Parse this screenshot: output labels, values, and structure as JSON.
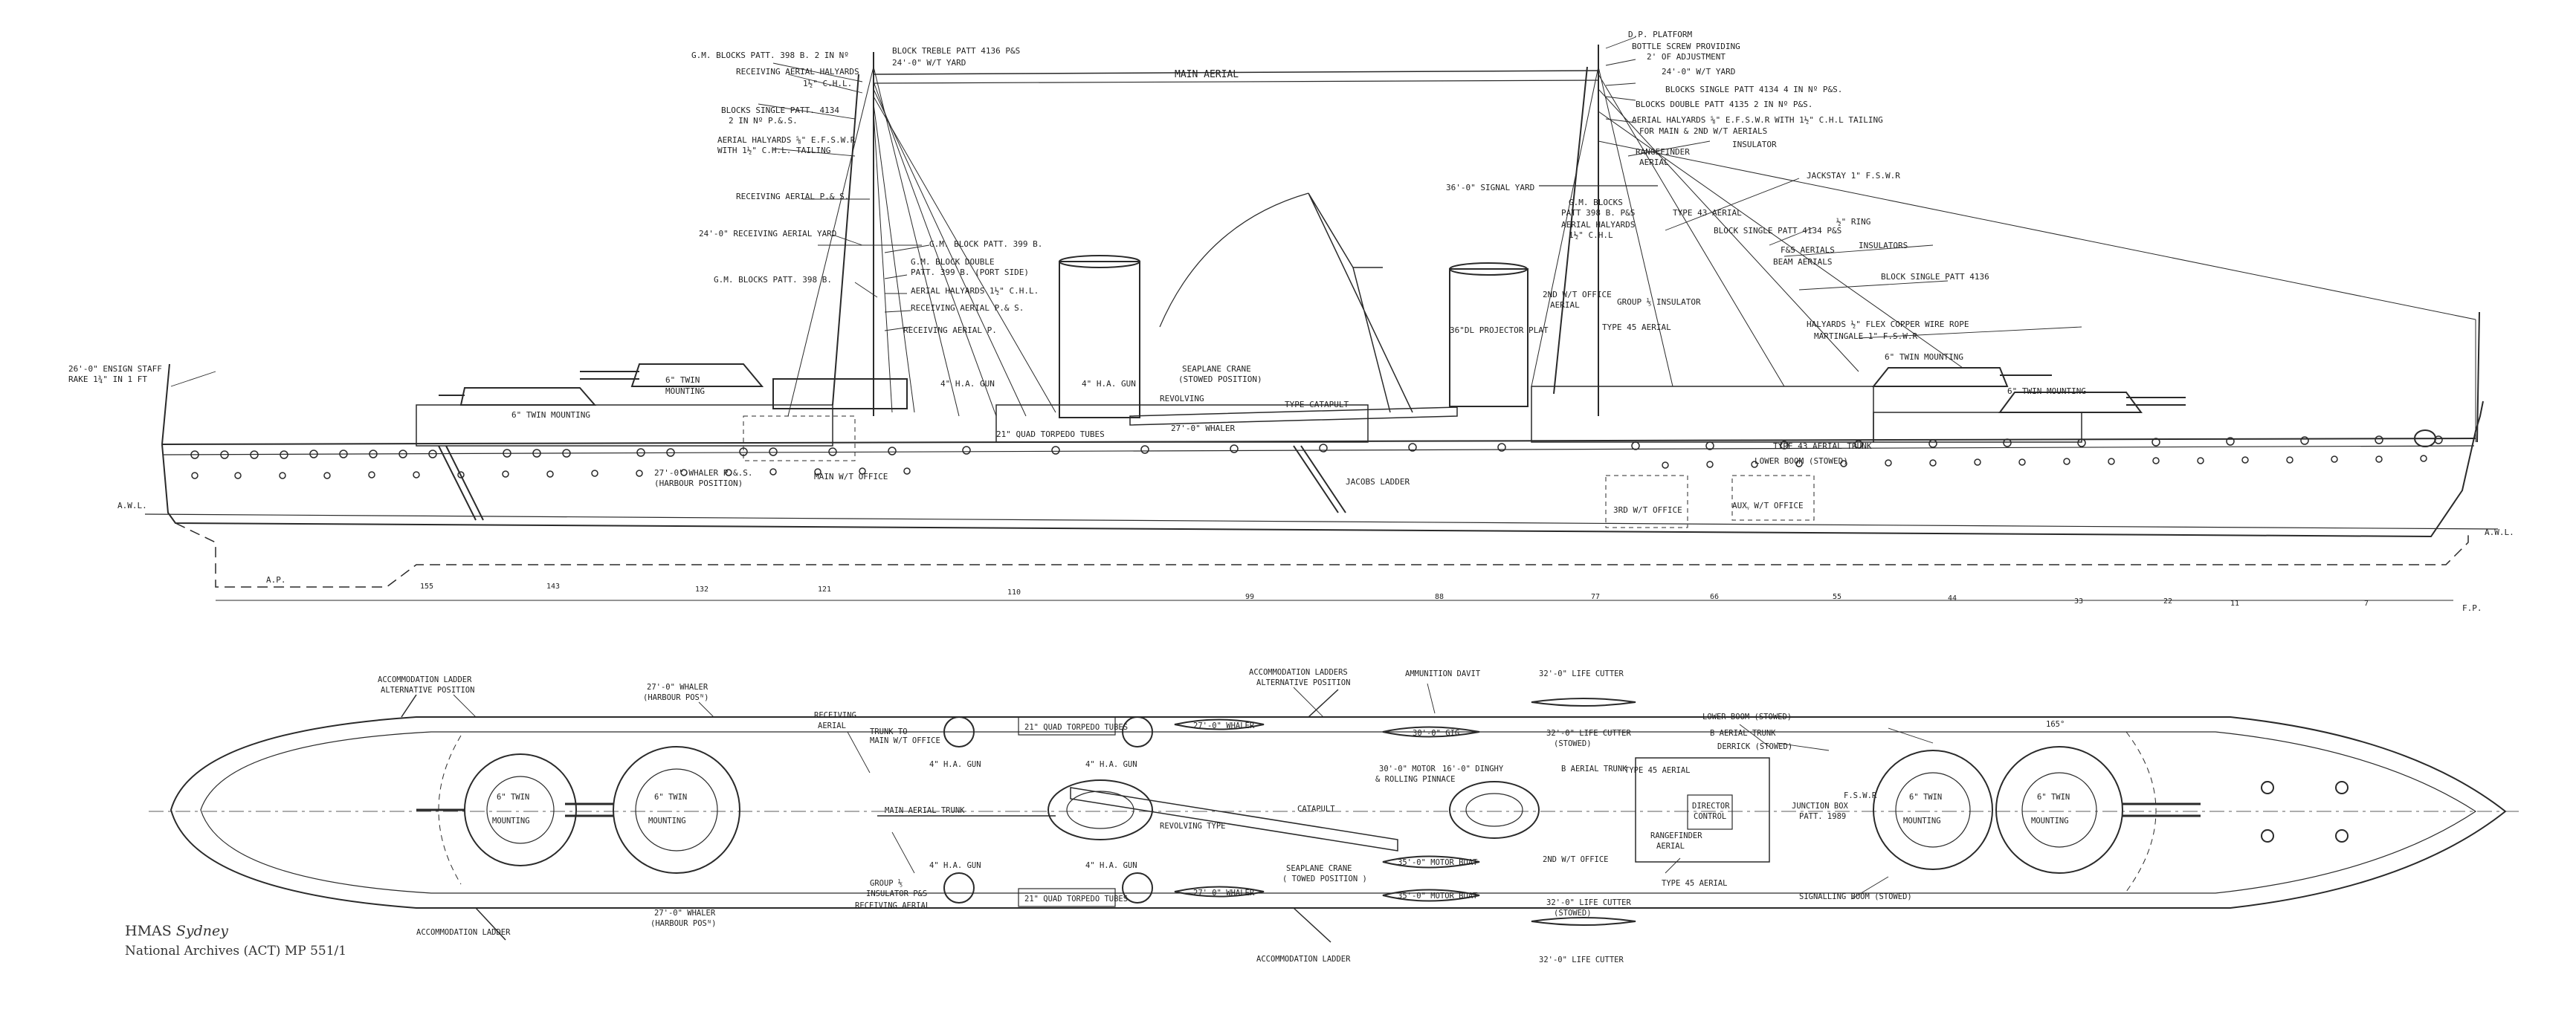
{
  "caption": {
    "ship_prefix": "HMAS",
    "ship_name": "Sydney",
    "archive": "National Archives (ACT) MP 551/1"
  },
  "elevation_labels": {
    "ensign_staff": "26'-0\" ENSIGN STAFF",
    "ensign_rake": "RAKE 1¾\" IN 1 FT",
    "gm_blocks_398b": "G.M. BLOCKS PATT. 398 B. 2 IN Nº",
    "block_treble": "BLOCK TREBLE PATT 4136 P&S",
    "wt_yard_24": "24'-0\" W/T YARD",
    "receiving_aerial_halyards": "RECEIVING AERIAL HALYARDS",
    "halyards_chl": "1½\" C.H.L.",
    "main_aerial": "MAIN   AERIAL",
    "blocks_single_4134": "BLOCKS SINGLE PATT. 4134",
    "blocks_single_no": "2 IN Nº P.&.S.",
    "aerial_halyards_efswr": "AERIAL HALYARDS ⅝\" E.F.S.W.R",
    "aerial_halyards_tailing": "WITH 1½\" C.H.L. TAILING",
    "receiving_aerial_ps": "RECEIVING AERIAL P.& S.",
    "receiving_aerial_yard": "24'-0\" RECEIVING AERIAL YARD",
    "gm_blocks_398b_aft": "G.M. BLOCKS PATT. 398 B.",
    "gm_block_399b": "G.M. BLOCK PATT. 399 B.",
    "gm_block_double": "G.M. BLOCK DOUBLE",
    "gm_block_double_2": "PATT. 399 B. (PORT SIDE)",
    "aerial_halyards_chl": "AERIAL HALYARDS 1½\" C.H.L.",
    "receiving_aerial_ps_2": "RECEIVING AERIAL P.& S.",
    "receiving_aerial_p": "RECEIVING AERIAL P.",
    "twin_mounting_6_x": "6\" TWIN",
    "mounting_x": "MOUNTING",
    "twin_mounting_6_y": "6\" TWIN MOUNTING",
    "ha_gun_4_aft": "4\" H.A. GUN",
    "ha_gun_4_fwd": "4\" H.A. GUN",
    "torpedo_tubes": "21\" QUAD TORPEDO TUBES",
    "whaler_27": "27'-0\" WHALER",
    "whaler_27_harbour": "27'-0\" WHALER P.&.S.",
    "harbour_position": "(HARBOUR POSITION)",
    "main_wt_office": "MAIN W/T OFFICE",
    "seaplane_crane": "SEAPLANE CRANE",
    "stowed_position": "(STOWED POSITION)",
    "revolving": "REVOLVING",
    "type_catapult": "TYPE CATAPULT",
    "jacobs_ladder": "JACOBS LADDER",
    "projector_36": "36\"DL PROJECTOR PLAT",
    "signal_yard": "36'-0\" SIGNAL YARD",
    "wt_office_2nd": "2ND W/T OFFICE",
    "wt_office_aerial": "AERIAL",
    "group_insulator": "GROUP ⅕ INSULATOR",
    "type_45_aerial": "TYPE 45 AERIAL",
    "dp_platform": "D.P. PLATFORM",
    "bottle_screw": "BOTTLE SCREW PROVIDING",
    "bottle_screw_2": "2' OF ADJUSTMENT",
    "wt_yard_24_fwd": "24'-0\" W/T YARD",
    "blocks_single_fwd": "BLOCKS SINGLE PATT 4134  4 IN Nº P&S.",
    "blocks_double_fwd": "BLOCKS DOUBLE PATT 4135  2 IN Nº P&S.",
    "aerial_halyards_fwd": "AERIAL HALYARDS ⅝\" E.F.S.W.R WITH 1½\" C.H.L TAILING",
    "for_main_aerials": "FOR MAIN & 2ND W/T AERIALS",
    "insulator": "INSULATOR",
    "rangefinder": "RANGEFINDER",
    "rangefinder_2": "AERIAL",
    "jackstay": "JACKSTAY 1\" F.S.W.R",
    "gm_blocks_fwd": "G.M. BLOCKS",
    "gm_blocks_fwd_2": "PATT 398 B. P&S",
    "aerial_halyards_fwd_2": "AERIAL HALYARDS",
    "aerial_halyards_fwd_3": "1½\" C.H.L",
    "type_43_aerial": "TYPE 43 AERIAL",
    "ring": "½\" RING",
    "block_single_ps": "BLOCK SINGLE PATT 4134 P&S",
    "insulators": "INSULATORS",
    "fs_aerials": "F&S AERIALS",
    "beam_aerials": "BEAM AERIALS",
    "block_single_4136": "BLOCK SINGLE PATT 4136",
    "halyards_flex": "HALYARDS ½\" FLEX COPPER WIRE ROPE",
    "martingale": "MARTINGALE 1\" F.S.W.R",
    "twin_mounting_b": "6\" TWIN MOUNTING",
    "twin_mounting_a": "6\" TWIN MOUNTING",
    "lower_boom": "LOWER BOOM (STOWED)",
    "type_43_trunk": "TYPE 43 AERIAL TRUNK",
    "aux_wt_office": "AUXᵧ W/T OFFICE",
    "wt_office_3rd": "3RD W/T OFFICE",
    "awl": "A.W.L.",
    "ap": "A.P.",
    "fp": "F.P."
  },
  "frame_numbers": [
    "155",
    "143",
    "132",
    "121",
    "110",
    "99",
    "88",
    "77",
    "66",
    "55",
    "44",
    "33",
    "22",
    "11",
    "7"
  ],
  "plan_labels": {
    "accommodation_ladder_alt": "ACCOMMODATION LADDER",
    "alternative_position": "ALTERNATIVE POSITION",
    "whaler_harbour": "27'-0\" WHALER",
    "harbour_pos": "(HARBOUR POSᴺ)",
    "receiving_aerial": "RECEIVING",
    "receiving_aerial_2": "AERIAL",
    "trunk_to_main_wt": "TRUNK TO",
    "trunk_to_main_wt_2": "MAIN W/T OFFICE",
    "torpedo_tubes_plan": "21\" QUAD TORPEDO TUBES",
    "whaler_plan": "27'-0\" WHALER",
    "ha_gun_plan_1": "4\" H.A. GUN",
    "ha_gun_plan_2": "4\" H.A. GUN",
    "ha_gun_plan_3": "4\" H.A. GUN",
    "ha_gun_plan_4": "4\" H.A. GUN",
    "accommodation_ladders": "ACCOMMODATION LADDERS",
    "accommodation_ladders_2": "ALTERNATIVE POSITION",
    "ammunition_davit": "AMMUNITION DAVIT",
    "life_cutter_top": "32'-0\" LIFE CUTTER",
    "life_cutter_stowed": "32'-0\" LIFE CUTTER",
    "stowed": "(STOWED)",
    "lower_boom_plan": "LOWER BOOM (STOWED)",
    "motor_boat": "30'-0\" MOTOR",
    "motor_boat_2": "& ROLLING PINNACE",
    "dinghy": "16'-0\" DINGHY",
    "gig": "30'-0\" GIG",
    "b_aerial_trunk": "B AERIAL TRUNK",
    "type_45_aerial_plan": "TYPE 45 AERIAL",
    "derrick": "DERRICK (STOWED)",
    "aerial_trunk": "B AERIAL TRUNK",
    "twin_mounting_y": "6\" TWIN",
    "twin_mounting_x": "6\" TWIN",
    "mounting": "MOUNTING",
    "twin_mounting_b_plan": "6\" TWIN",
    "twin_mounting_a_plan": "6\" TWIN",
    "main_aerial_trunk": "MAIN AERIAL TRUNK",
    "revolving_type": "REVOLVING TYPE",
    "catapult": "CATAPULT",
    "seaplane_crane_plan": "SEAPLANE CRANE",
    "towed_position": "( TOWED POSITION )",
    "motor_boat_35": "35'-0\" MOTOR BOAT",
    "motor_boat_35_2": "35'-0\" MOTOR BOAT",
    "wt_office_plan": "2ND W/T OFFICE",
    "group_insulator_plan": "GROUP ⅕",
    "insulator_ps": "INSULATOR P&S",
    "receiving_aerial_plan": "RECEIVING AERIAL",
    "torpedo_tubes_plan_2": "21\" QUAD TORPEDO TUBES",
    "whaler_plan_2": "27'-0\" WHALER",
    "whaler_harbour_2": "27'-0\" WHALER",
    "harbour_pos_2": "(HARBOUR POSᴺ)",
    "accommodation_ladder": "ACCOMMODATION LADDER",
    "accommodation_ladder_2": "ACCOMMODATION LADDER",
    "life_cutter_stowed_2": "32'-0\" LIFE CUTTER",
    "life_cutter_bottom": "32'-0\" LIFE CUTTER",
    "stowed_2": "(STOWED)",
    "signalling_boom": "SIGNALLING BOOM (STOWED)",
    "rangefinder_plan": "RANGEFINDER",
    "rangefinder_plan_2": "AERIAL",
    "type_45_aerial_2": "TYPE 45 AERIAL",
    "director_control": "DIRECTOR",
    "director_control_2": "CONTROL",
    "junction_box": "JUNCTION BOX",
    "junction_box_2": "PATT. 1989",
    "fswr": "F.S.W.R",
    "angle_165": "165°"
  }
}
